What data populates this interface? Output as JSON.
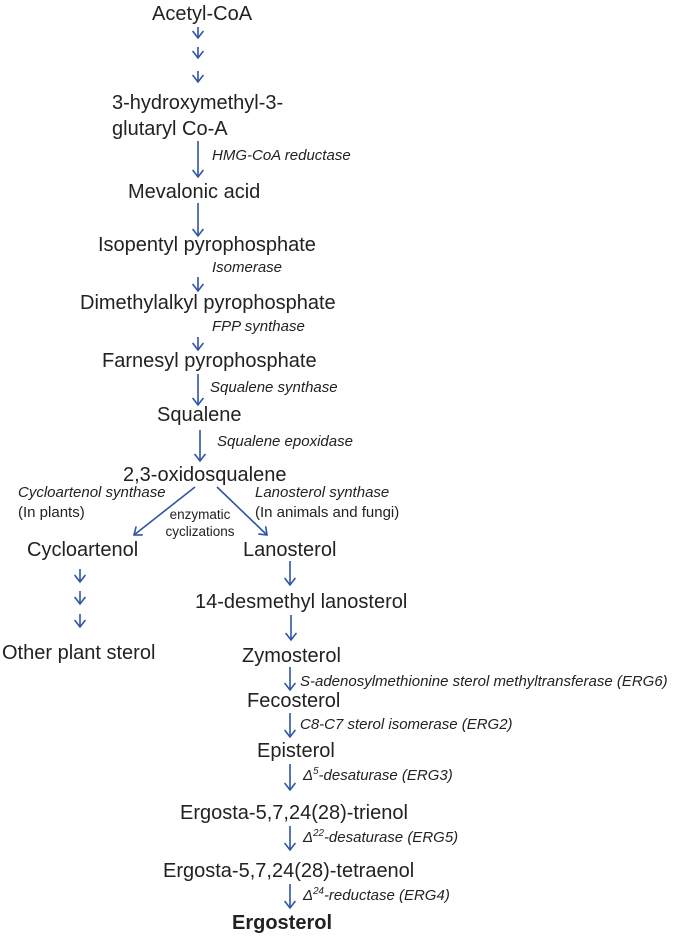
{
  "colors": {
    "arrow": "#2e54a4",
    "text": "#222222"
  },
  "nodes": {
    "acetyl_coa": "Acetyl-CoA",
    "hmg_l1": "3-hydroxymethyl-3-",
    "hmg_l2": "glutaryl Co-A",
    "mevalonic_acid": "Mevalonic acid",
    "isopentyl_pp": "Isopentyl pyrophosphate",
    "dimethylalkyl_pp": "Dimethylalkyl pyrophosphate",
    "farnesyl_pp": "Farnesyl pyrophosphate",
    "squalene": "Squalene",
    "oxidosqualene": "2,3-oxidosqualene",
    "cycloartenol": "Cycloartenol",
    "lanosterol": "Lanosterol",
    "desmethyl_lanosterol": "14-desmethyl lanosterol",
    "other_plant_sterol": "Other plant sterol",
    "zymosterol": "Zymosterol",
    "fecosterol": "Fecosterol",
    "episterol": "Episterol",
    "ergosta_trienol": "Ergosta-5,7,24(28)-trienol",
    "ergosta_tetraenol": "Ergosta-5,7,24(28)-tetraenol",
    "ergosterol": "Ergosterol"
  },
  "enzymes": {
    "hmg_coa_reductase": "HMG-CoA reductase",
    "isomerase": "Isomerase",
    "fpp_synthase": "FPP synthase",
    "squalene_synthase": "Squalene synthase",
    "squalene_epoxidase": "Squalene epoxidase",
    "cycloartenol_synthase": "Cycloartenol synthase",
    "cycloartenol_note": "(In plants)",
    "lanosterol_synthase": "Lanosterol synthase",
    "lanosterol_note": "(In animals and fungi)",
    "cyclization_l1": "enzymatic",
    "cyclization_l2": "cyclizations",
    "erg6": "S-adenosylmethionine sterol methyltransferase (ERG6)",
    "erg2": "C8-C7 sterol isomerase (ERG2)",
    "erg3": {
      "pre": "Δ",
      "sup": "5",
      "post": "-desaturase (ERG3)"
    },
    "erg5": {
      "pre": "Δ",
      "sup": "22",
      "post": "-desaturase (ERG5)"
    },
    "erg4": {
      "pre": "Δ",
      "sup": "24",
      "post": "-reductase (ERG4)"
    }
  }
}
